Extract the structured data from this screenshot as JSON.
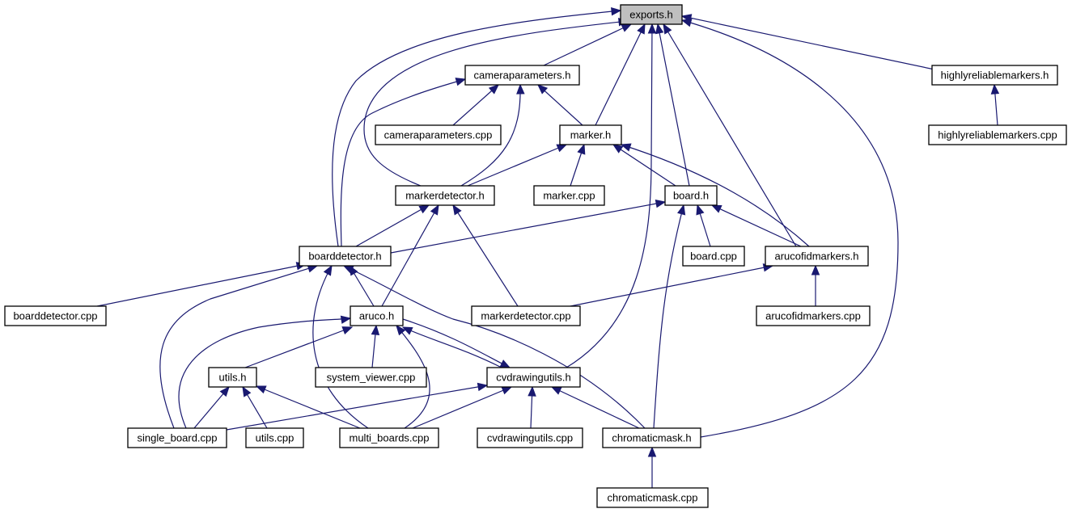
{
  "diagram": {
    "root": "exports_h",
    "nodes": [
      {
        "id": "exports_h",
        "label": "exports.h"
      },
      {
        "id": "cameraparameters_h",
        "label": "cameraparameters.h"
      },
      {
        "id": "highlyreliablemarkers_h",
        "label": "highlyreliablemarkers.h"
      },
      {
        "id": "cameraparameters_cpp",
        "label": "cameraparameters.cpp"
      },
      {
        "id": "marker_h",
        "label": "marker.h"
      },
      {
        "id": "highlyreliablemarkers_cpp",
        "label": "highlyreliablemarkers.cpp"
      },
      {
        "id": "markerdetector_h",
        "label": "markerdetector.h"
      },
      {
        "id": "marker_cpp",
        "label": "marker.cpp"
      },
      {
        "id": "board_h",
        "label": "board.h"
      },
      {
        "id": "boarddetector_h",
        "label": "boarddetector.h"
      },
      {
        "id": "board_cpp",
        "label": "board.cpp"
      },
      {
        "id": "arucofidmarkers_h",
        "label": "arucofidmarkers.h"
      },
      {
        "id": "boarddetector_cpp",
        "label": "boarddetector.cpp"
      },
      {
        "id": "aruco_h",
        "label": "aruco.h"
      },
      {
        "id": "markerdetector_cpp",
        "label": "markerdetector.cpp"
      },
      {
        "id": "arucofidmarkers_cpp",
        "label": "arucofidmarkers.cpp"
      },
      {
        "id": "utils_h",
        "label": "utils.h"
      },
      {
        "id": "system_viewer_cpp",
        "label": "system_viewer.cpp"
      },
      {
        "id": "cvdrawingutils_h",
        "label": "cvdrawingutils.h"
      },
      {
        "id": "single_board_cpp",
        "label": "single_board.cpp"
      },
      {
        "id": "utils_cpp",
        "label": "utils.cpp"
      },
      {
        "id": "multi_boards_cpp",
        "label": "multi_boards.cpp"
      },
      {
        "id": "cvdrawingutils_cpp",
        "label": "cvdrawingutils.cpp"
      },
      {
        "id": "chromaticmask_h",
        "label": "chromaticmask.h"
      },
      {
        "id": "chromaticmask_cpp",
        "label": "chromaticmask.cpp"
      }
    ],
    "edges": [
      {
        "from": "cameraparameters_h",
        "to": "exports_h"
      },
      {
        "from": "highlyreliablemarkers_h",
        "to": "exports_h"
      },
      {
        "from": "marker_h",
        "to": "exports_h"
      },
      {
        "from": "markerdetector_h",
        "to": "exports_h"
      },
      {
        "from": "board_h",
        "to": "exports_h"
      },
      {
        "from": "boarddetector_h",
        "to": "exports_h"
      },
      {
        "from": "arucofidmarkers_h",
        "to": "exports_h"
      },
      {
        "from": "cvdrawingutils_h",
        "to": "exports_h"
      },
      {
        "from": "chromaticmask_h",
        "to": "exports_h"
      },
      {
        "from": "cameraparameters_cpp",
        "to": "cameraparameters_h"
      },
      {
        "from": "marker_h",
        "to": "cameraparameters_h"
      },
      {
        "from": "markerdetector_h",
        "to": "cameraparameters_h"
      },
      {
        "from": "boarddetector_h",
        "to": "cameraparameters_h"
      },
      {
        "from": "highlyreliablemarkers_cpp",
        "to": "highlyreliablemarkers_h"
      },
      {
        "from": "marker_cpp",
        "to": "marker_h"
      },
      {
        "from": "markerdetector_h",
        "to": "marker_h"
      },
      {
        "from": "board_h",
        "to": "marker_h"
      },
      {
        "from": "arucofidmarkers_h",
        "to": "marker_h"
      },
      {
        "from": "boarddetector_h",
        "to": "markerdetector_h"
      },
      {
        "from": "aruco_h",
        "to": "markerdetector_h"
      },
      {
        "from": "markerdetector_cpp",
        "to": "markerdetector_h"
      },
      {
        "from": "board_cpp",
        "to": "board_h"
      },
      {
        "from": "arucofidmarkers_h",
        "to": "board_h"
      },
      {
        "from": "boarddetector_h",
        "to": "board_h"
      },
      {
        "from": "chromaticmask_h",
        "to": "board_h"
      },
      {
        "from": "arucofidmarkers_cpp",
        "to": "arucofidmarkers_h"
      },
      {
        "from": "markerdetector_cpp",
        "to": "arucofidmarkers_h"
      },
      {
        "from": "boarddetector_cpp",
        "to": "boarddetector_h"
      },
      {
        "from": "aruco_h",
        "to": "boarddetector_h"
      },
      {
        "from": "single_board_cpp",
        "to": "boarddetector_h"
      },
      {
        "from": "multi_boards_cpp",
        "to": "boarddetector_h"
      },
      {
        "from": "chromaticmask_h",
        "to": "boarddetector_h"
      },
      {
        "from": "utils_h",
        "to": "aruco_h"
      },
      {
        "from": "system_viewer_cpp",
        "to": "aruco_h"
      },
      {
        "from": "cvdrawingutils_h",
        "to": "aruco_h"
      },
      {
        "from": "single_board_cpp",
        "to": "aruco_h"
      },
      {
        "from": "multi_boards_cpp",
        "to": "aruco_h"
      },
      {
        "from": "aruco_h",
        "to": "cvdrawingutils_h"
      },
      {
        "from": "single_board_cpp",
        "to": "utils_h"
      },
      {
        "from": "utils_cpp",
        "to": "utils_h"
      },
      {
        "from": "multi_boards_cpp",
        "to": "utils_h"
      },
      {
        "from": "single_board_cpp",
        "to": "cvdrawingutils_h"
      },
      {
        "from": "multi_boards_cpp",
        "to": "cvdrawingutils_h"
      },
      {
        "from": "cvdrawingutils_cpp",
        "to": "cvdrawingutils_h"
      },
      {
        "from": "chromaticmask_h",
        "to": "cvdrawingutils_h"
      },
      {
        "from": "chromaticmask_cpp",
        "to": "chromaticmask_h"
      }
    ]
  },
  "colors": {
    "edge": "#191970",
    "root_fill": "#bfbfbf",
    "node_fill": "#ffffff",
    "node_border": "#000000"
  }
}
